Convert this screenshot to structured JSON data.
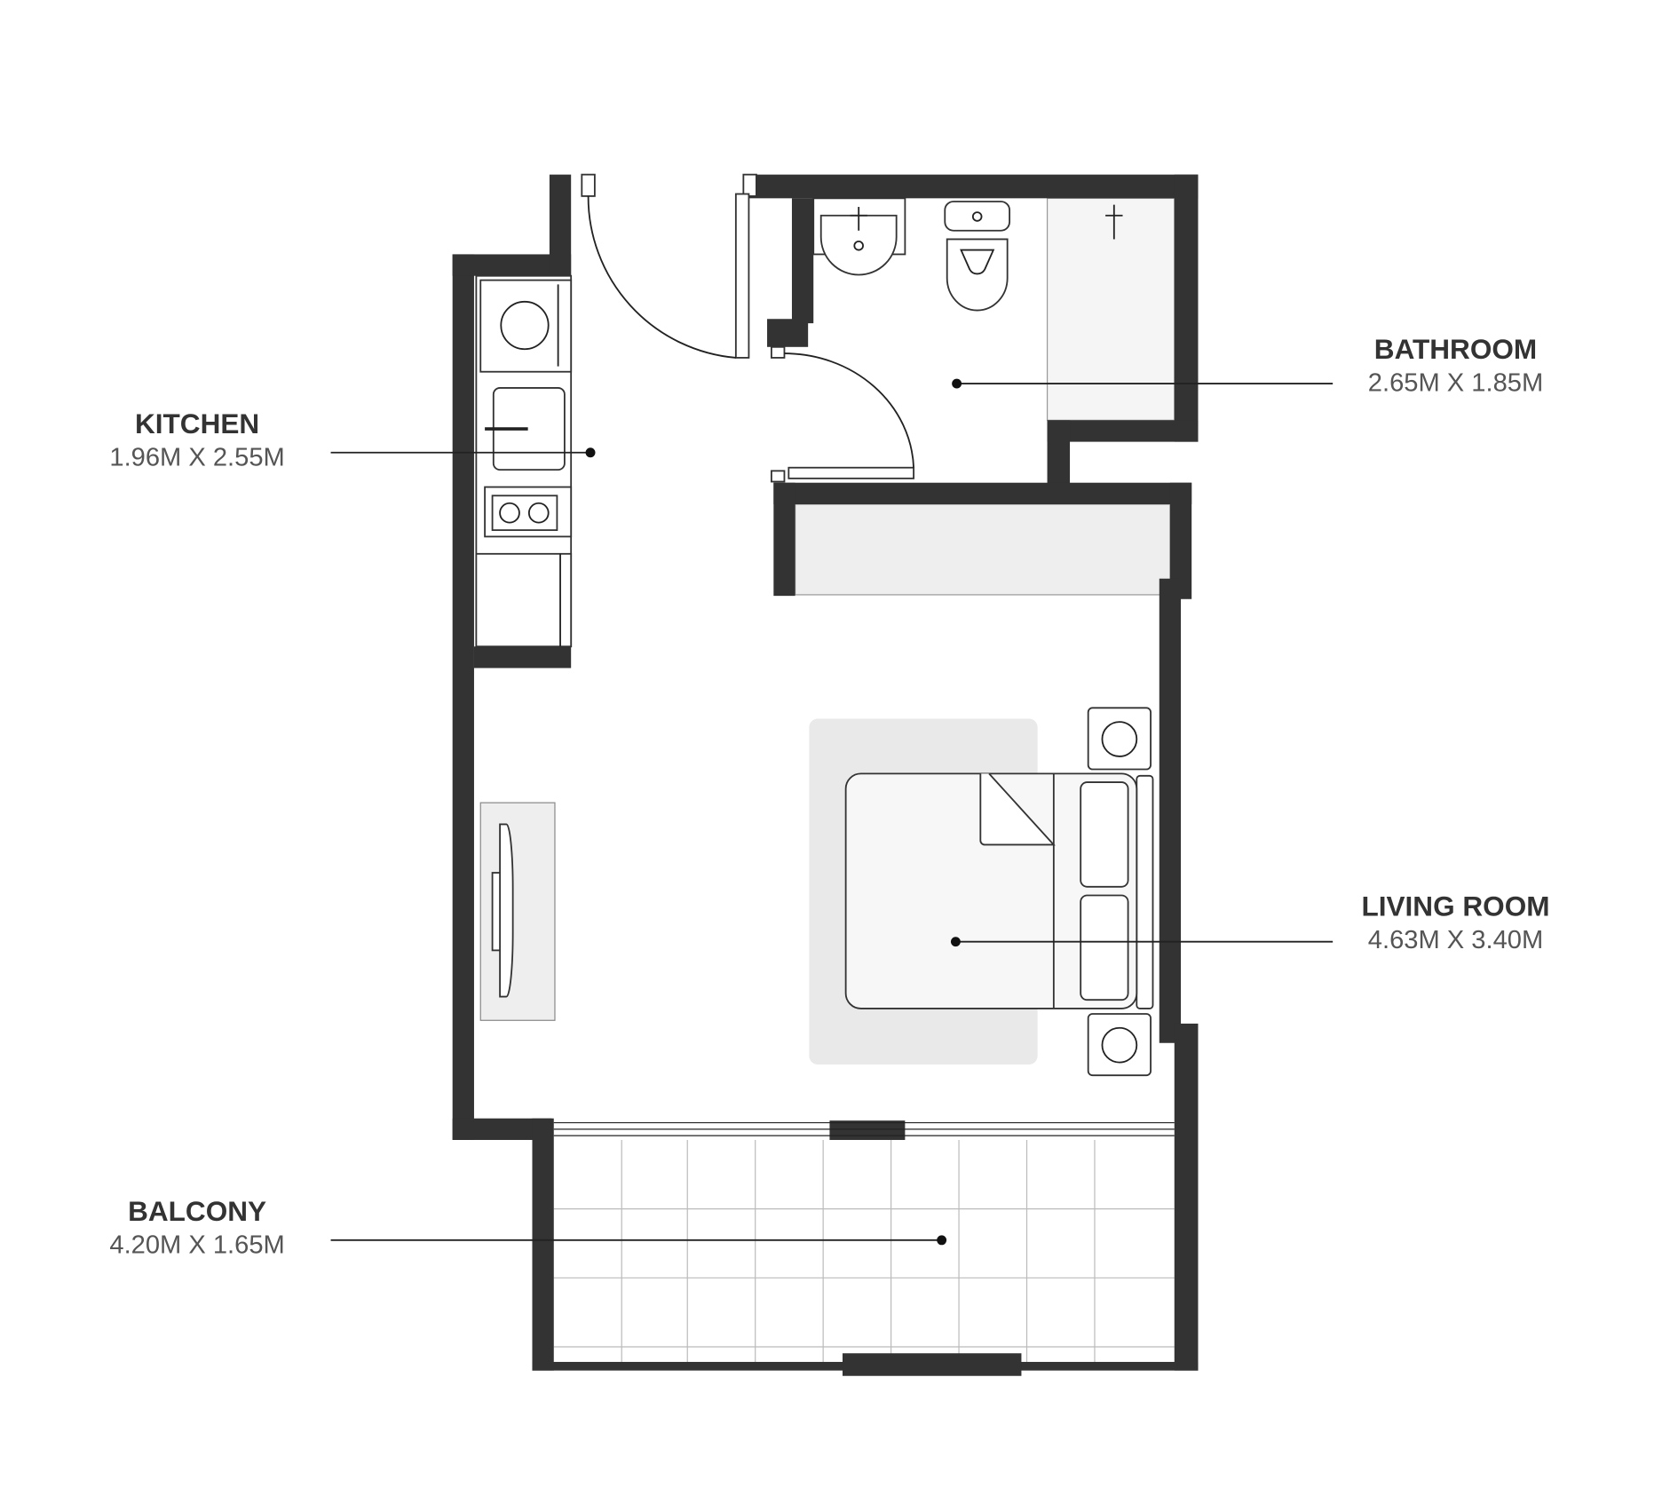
{
  "rooms": {
    "kitchen": {
      "name": "KITCHEN",
      "dimensions": "1.96M X 2.55M"
    },
    "bathroom": {
      "name": "BATHROOM",
      "dimensions": "2.65M X 1.85M"
    },
    "living_room": {
      "name": "LIVING ROOM",
      "dimensions": "4.63M X 3.40M"
    },
    "balcony": {
      "name": "BALCONY",
      "dimensions": "4.20M X 1.65M"
    }
  },
  "colors": {
    "wall": "#333333",
    "furniture_fill": "#f5f5f5",
    "rug": "#e9e9e9"
  }
}
